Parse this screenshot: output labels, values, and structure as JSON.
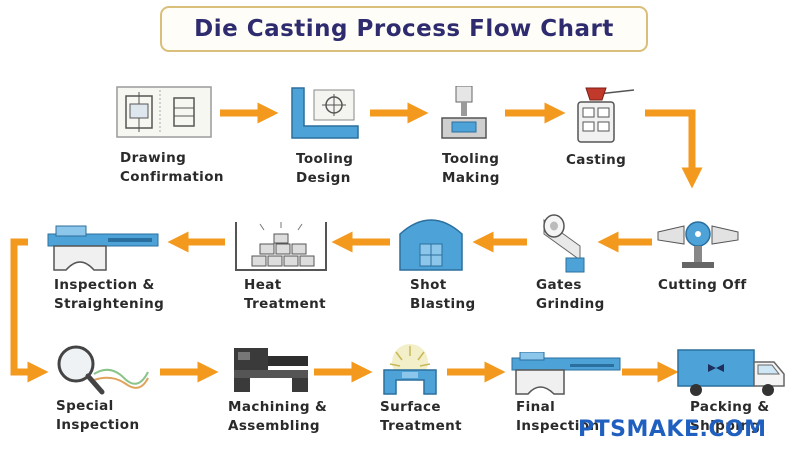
{
  "title": "Die Casting Process Flow Chart",
  "watermark": "PTSMAKE.COM",
  "colors": {
    "arrow": "#f39a1e",
    "icon_blue": "#4da3d8",
    "title_border": "#d9bf7a",
    "title_text": "#2e2c6e",
    "watermark": "#1f5fbf"
  },
  "steps": [
    {
      "line1": "Drawing",
      "line2": "Confirmation",
      "icon": "blueprint-icon"
    },
    {
      "line1": "Tooling",
      "line2": "Design",
      "icon": "tooling-design-icon"
    },
    {
      "line1": "Tooling",
      "line2": "Making",
      "icon": "tooling-machine-icon"
    },
    {
      "line1": "Casting",
      "line2": "",
      "icon": "casting-mold-icon"
    },
    {
      "line1": "Cutting Off",
      "line2": "",
      "icon": "cutting-saw-icon"
    },
    {
      "line1": "Gates",
      "line2": "Grinding",
      "icon": "grinding-wheel-icon"
    },
    {
      "line1": "Shot",
      "line2": "Blasting",
      "icon": "shot-blast-chamber-icon"
    },
    {
      "line1": "Heat",
      "line2": "Treatment",
      "icon": "heat-furnace-icon"
    },
    {
      "line1": "Inspection &",
      "line2": "Straightening",
      "icon": "press-machine-icon"
    },
    {
      "line1": "Special",
      "line2": "Inspection",
      "icon": "magnifier-icon"
    },
    {
      "line1": "Machining &",
      "line2": "Assembling",
      "icon": "lathe-icon"
    },
    {
      "line1": "Surface",
      "line2": "Treatment",
      "icon": "surface-treatment-icon"
    },
    {
      "line1": "Final",
      "line2": "Inspection",
      "icon": "inspection-bench-icon"
    },
    {
      "line1": "Packing &",
      "line2": "Shipping",
      "icon": "delivery-truck-icon"
    }
  ]
}
